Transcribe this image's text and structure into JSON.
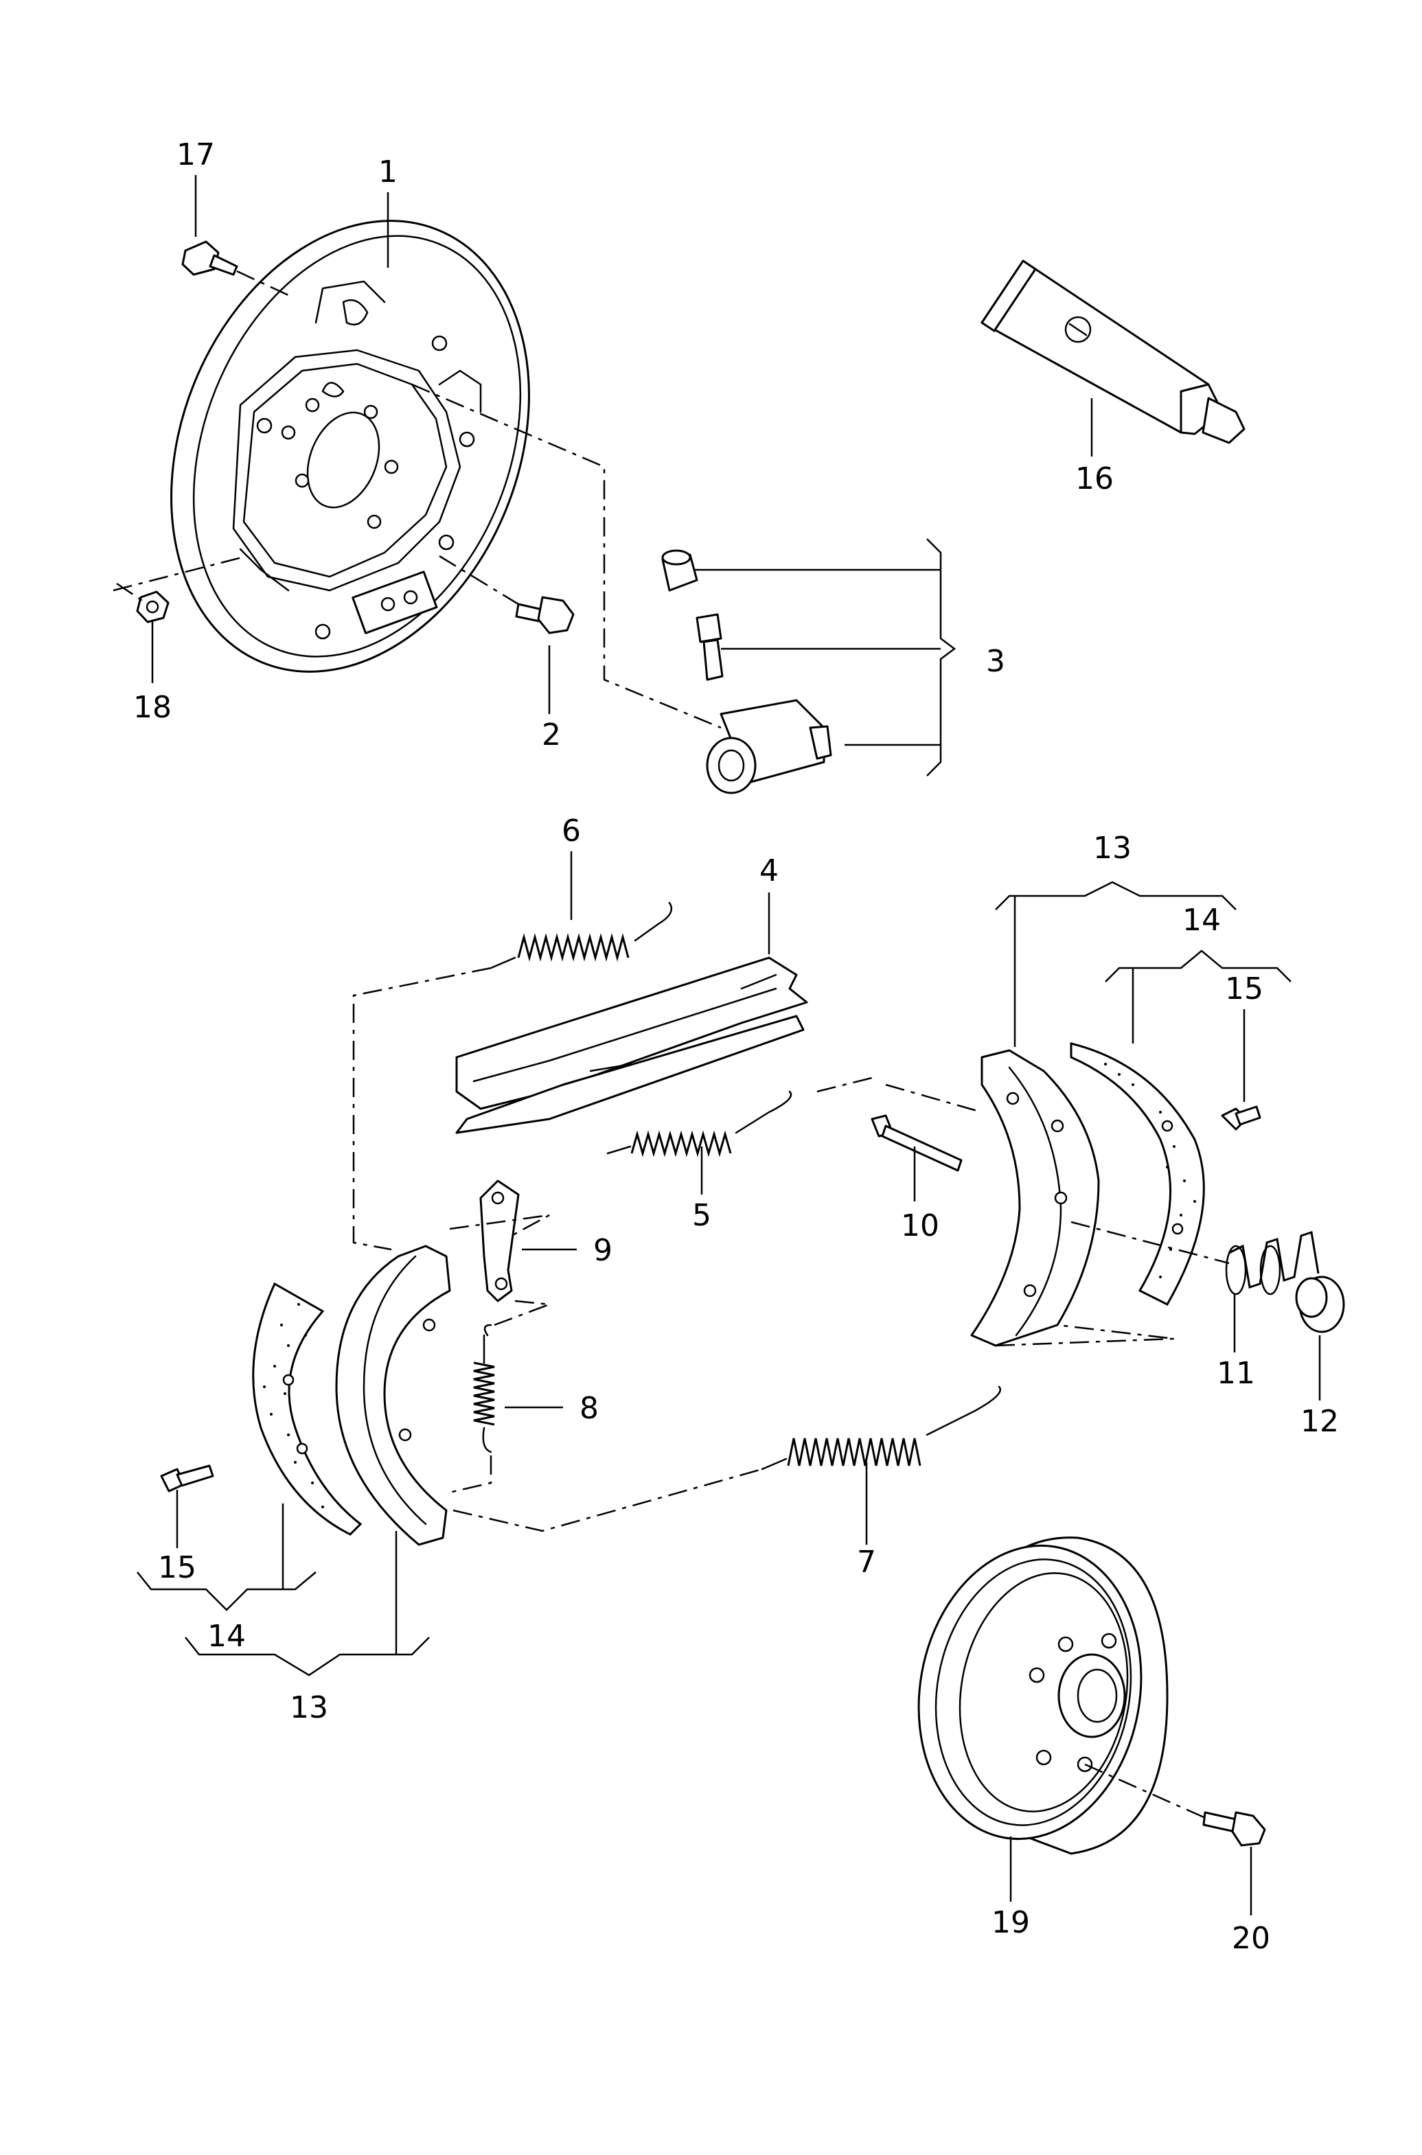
{
  "diagram": {
    "callouts": [
      {
        "id": "17",
        "label": "17"
      },
      {
        "id": "1",
        "label": "1"
      },
      {
        "id": "16",
        "label": "16"
      },
      {
        "id": "18",
        "label": "18"
      },
      {
        "id": "2",
        "label": "2"
      },
      {
        "id": "3",
        "label": "3"
      },
      {
        "id": "6",
        "label": "6"
      },
      {
        "id": "4",
        "label": "4"
      },
      {
        "id": "13a",
        "label": "13"
      },
      {
        "id": "14a",
        "label": "14"
      },
      {
        "id": "15a",
        "label": "15"
      },
      {
        "id": "9",
        "label": "9"
      },
      {
        "id": "5",
        "label": "5"
      },
      {
        "id": "10",
        "label": "10"
      },
      {
        "id": "8",
        "label": "8"
      },
      {
        "id": "11",
        "label": "11"
      },
      {
        "id": "12",
        "label": "12"
      },
      {
        "id": "7",
        "label": "7"
      },
      {
        "id": "15b",
        "label": "15"
      },
      {
        "id": "14b",
        "label": "14"
      },
      {
        "id": "13b",
        "label": "13"
      },
      {
        "id": "19",
        "label": "19"
      },
      {
        "id": "20",
        "label": "20"
      }
    ]
  }
}
